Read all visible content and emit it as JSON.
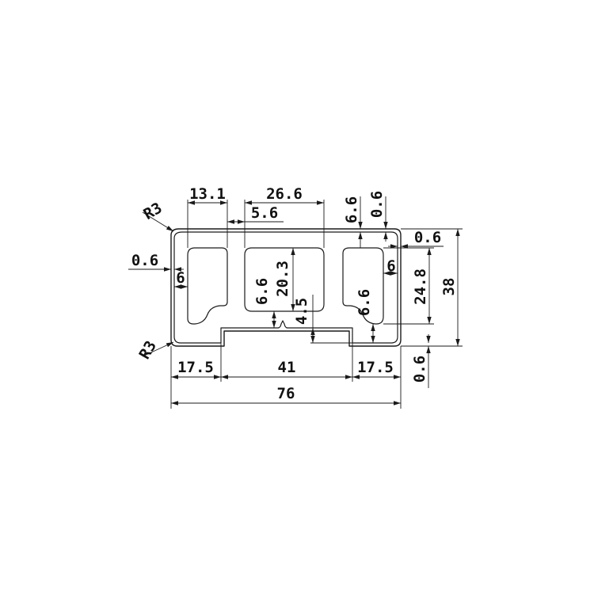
{
  "drawing": {
    "radius_top": "R3",
    "radius_bottom": "R3",
    "dimensions": {
      "d13_1": "13.1",
      "d26_6": "26.6",
      "d5_6": "5.6",
      "d6_6_top": "6.6",
      "d0_6_top": "0.6",
      "d0_6_right": "0.6",
      "d0_6_left": "0.6",
      "d6_left": "6",
      "d6_right": "6",
      "d6_6_mid": "6.6",
      "d20_3": "20.3",
      "d4_5": "4.5",
      "d6_6_right": "6.6",
      "d24_8": "24.8",
      "d38": "38",
      "d0_6_bottom": "0.6",
      "d17_5_left": "17.5",
      "d41": "41",
      "d17_5_right": "17.5",
      "d76": "76"
    }
  }
}
